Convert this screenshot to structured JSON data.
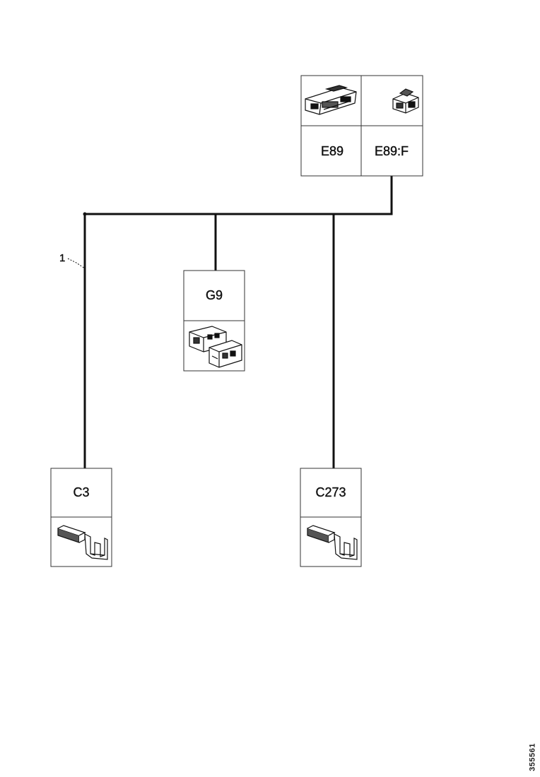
{
  "connectors": {
    "e89": "E89",
    "e89f": "E89:F",
    "g9": "G9",
    "c3": "C3",
    "c273": "C273"
  },
  "callouts": {
    "wire_1": "1"
  },
  "reference_id": "355561",
  "colors": {
    "line": "#111111",
    "box_border": "#333333",
    "background": "#ffffff"
  },
  "icons": {
    "e89": "ecu-module-connector-icon",
    "e89f": "connector-housing-icon",
    "g9": "multi-pin-connector-icon",
    "c3": "terminal-clip-icon",
    "c273": "terminal-clip-icon"
  }
}
